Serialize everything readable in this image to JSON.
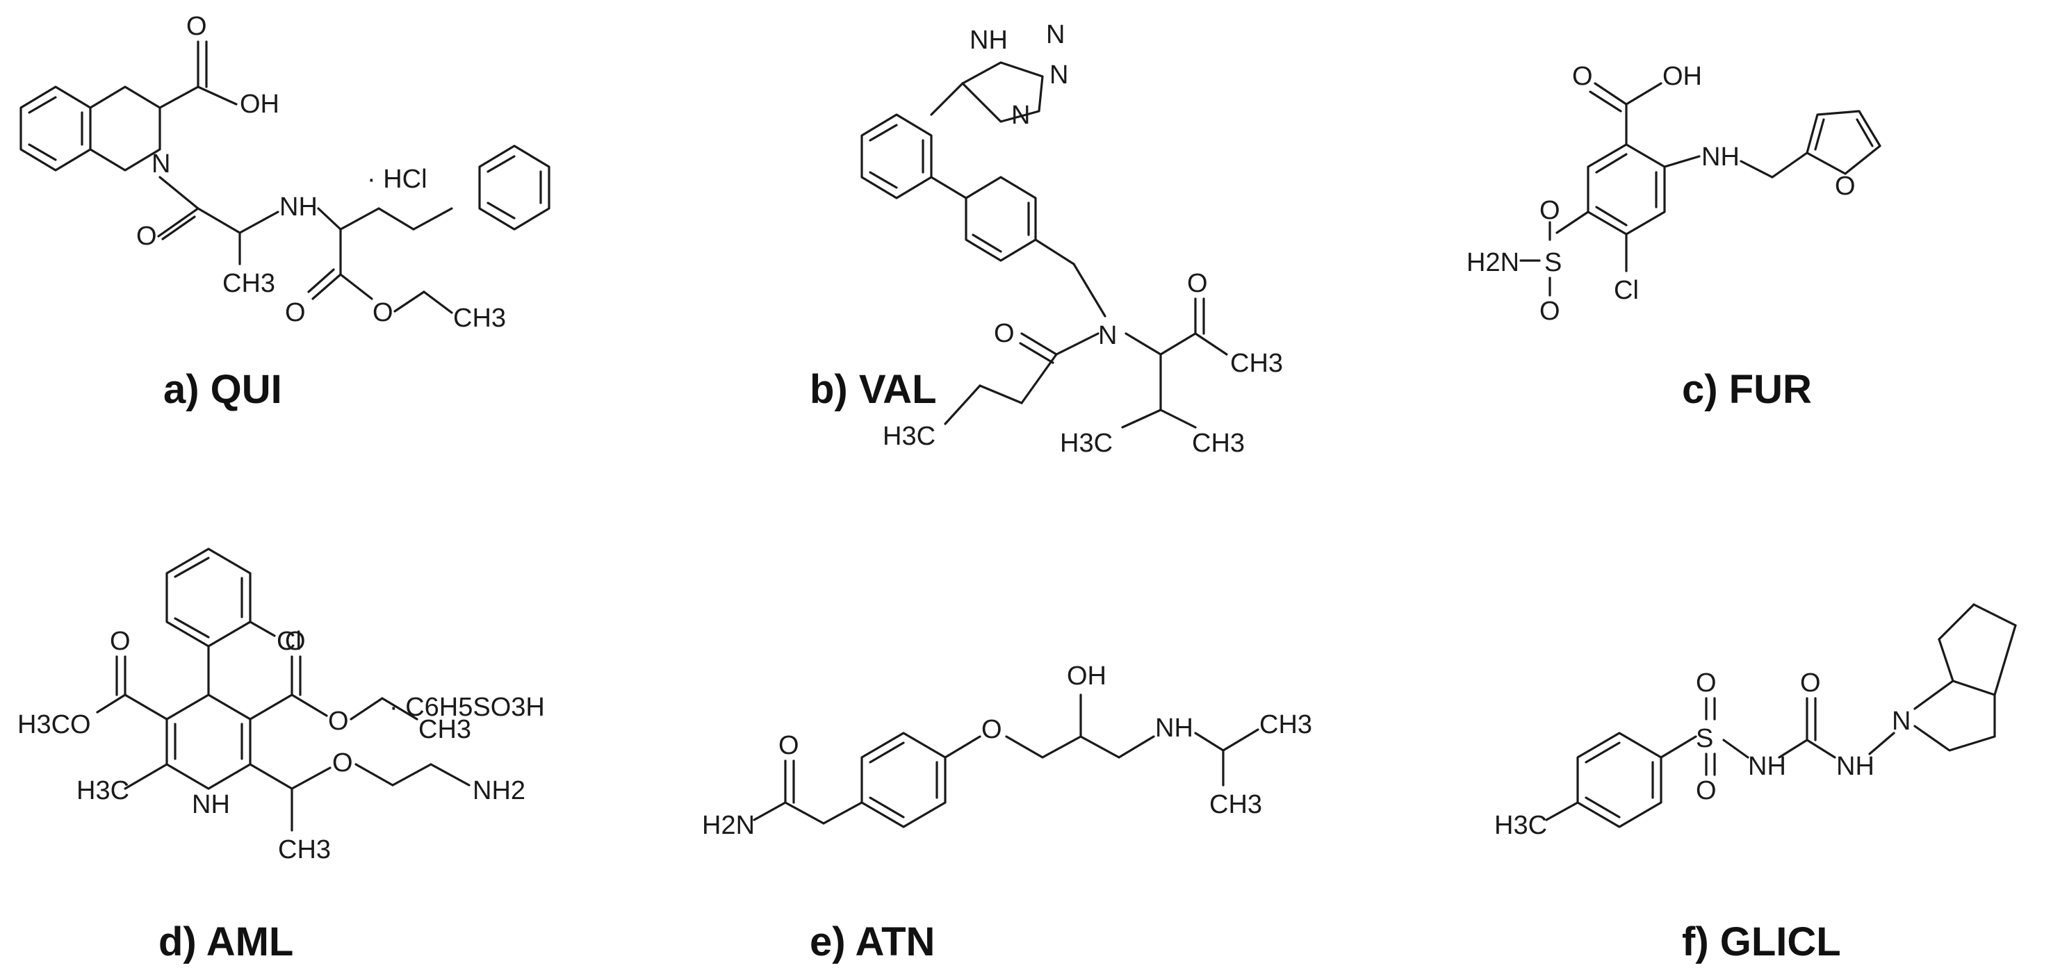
{
  "panels": [
    {
      "id": "a",
      "caption": "a) QUI",
      "salt": "· HCl"
    },
    {
      "id": "b",
      "caption": "b) VAL"
    },
    {
      "id": "c",
      "caption": "c) FUR"
    },
    {
      "id": "d",
      "caption": "d) AML",
      "salt": "· C6H5SO3H"
    },
    {
      "id": "e",
      "caption": "e) ATN"
    },
    {
      "id": "f",
      "caption": "f) GLICL"
    }
  ],
  "atom_labels": {
    "OH": "OH",
    "O": "O",
    "N": "N",
    "NH": "NH",
    "CH3": "CH3",
    "H3C": "H3C",
    "H2N": "H2N",
    "NH2": "NH2",
    "Cl": "Cl",
    "S": "S",
    "NH_tet": "NH",
    "H3CO": "H3CO"
  }
}
